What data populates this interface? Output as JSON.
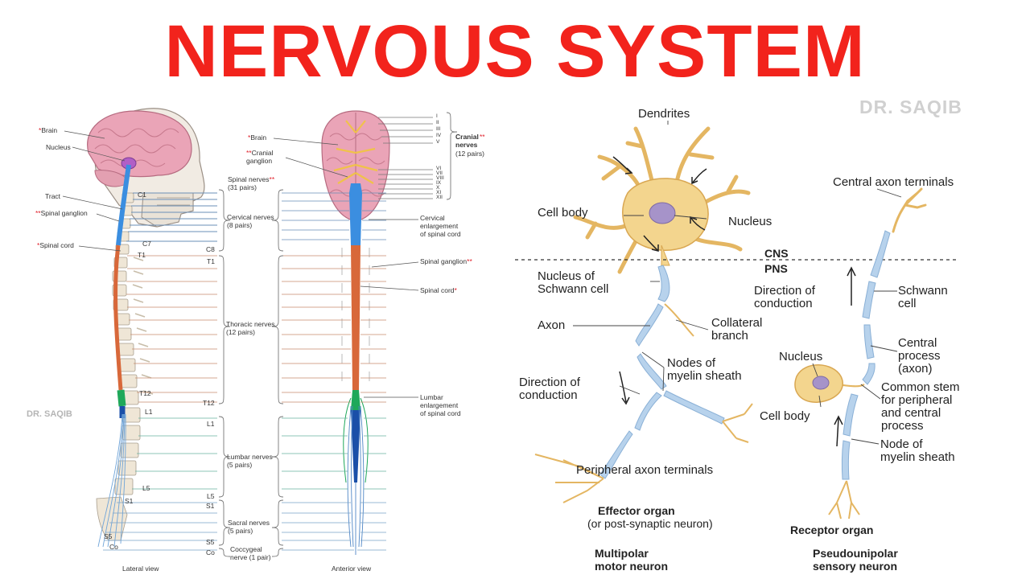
{
  "title": "NERVOUS SYSTEM",
  "watermark": "DR. SAQIB",
  "watermark_small": "DR. SAQIB",
  "colors": {
    "title": "#f2231c",
    "brain": "#e8a2b4",
    "spinal_cord_cervical": "#3b8ee0",
    "spinal_cord_thoracic": "#d8683a",
    "lumbar_enlargement": "#1fa85a",
    "neuron_body": "#f3d58e",
    "myelin": "#a9c8e6"
  },
  "lateral": {
    "brain": "Brain",
    "nucleus": "Nucleus",
    "tract": "Tract",
    "spinal_ganglion": "Spinal ganglion",
    "spinal_cord": "Spinal cord",
    "c1": "C1",
    "c7": "C7",
    "t1": "T1",
    "t12": "T12",
    "l1": "L1",
    "l5": "L5",
    "s1": "S1",
    "s5": "S5",
    "co": "Co",
    "view": "Lateral view"
  },
  "anterior": {
    "brain": "Brain",
    "cranial_ganglion": "Cranial\nganglion",
    "spinal_nerves": "Spinal nerves",
    "spinal_nerves_pairs": "(31 pairs)",
    "cranial_nerves": "Cranial\nnerves",
    "cranial_pairs": "(12 pairs)",
    "numerals": [
      "I",
      "II",
      "III",
      "IV",
      "V",
      "VI",
      "VII",
      "VIII",
      "IX",
      "X",
      "XI",
      "XII"
    ],
    "cervical_enlargement": "Cervical\nenlargement\nof spinal cord",
    "spinal_ganglion": "Spinal ganglion",
    "spinal_cord": "Spinal cord",
    "lumbar_enlargement": "Lumbar\nenlargement\nof spinal cord",
    "view": "Anterior view"
  },
  "nerve_groups": {
    "cervical": "Cervical nerves\n(8 pairs)",
    "thoracic": "Thoracic nerves\n(12 pairs)",
    "lumbar": "Lumbar nerves\n(5 pairs)",
    "sacral": "Sacral nerves\n(5 pairs)",
    "coccygeal": "Coccygeal\nnerve (1 pair)",
    "c8": "C8",
    "t1": "T1",
    "t12": "T12",
    "l1": "L1",
    "l5": "L5",
    "s1": "S1",
    "s5": "S5",
    "co": "Co"
  },
  "neuron": {
    "dendrites": "Dendrites",
    "cell_body": "Cell body",
    "nucleus": "Nucleus",
    "cns": "CNS",
    "pns": "PNS",
    "nucleus_schwann": "Nucleus of\nSchwann cell",
    "axon": "Axon",
    "collateral": "Collateral\nbranch",
    "nodes": "Nodes of\nmyelin sheath",
    "direction": "Direction of\nconduction",
    "peripheral_terminals": "Peripheral axon terminals",
    "effector": "Effector organ",
    "effector_sub": "(or post-synaptic neuron)",
    "multipolar": "Multipolar\nmotor neuron",
    "central_terminals": "Central axon terminals",
    "direction2": "Direction of\nconduction",
    "schwann": "Schwann\ncell",
    "central_process": "Central\nprocess\n(axon)",
    "nucleus2": "Nucleus",
    "common_stem": "Common stem\nfor peripheral\nand central\nprocess",
    "cell_body2": "Cell body",
    "node": "Node of\nmyelin sheath",
    "receptor": "Receptor organ",
    "pseudounipolar": "Pseudounipolar\nsensory neuron"
  }
}
